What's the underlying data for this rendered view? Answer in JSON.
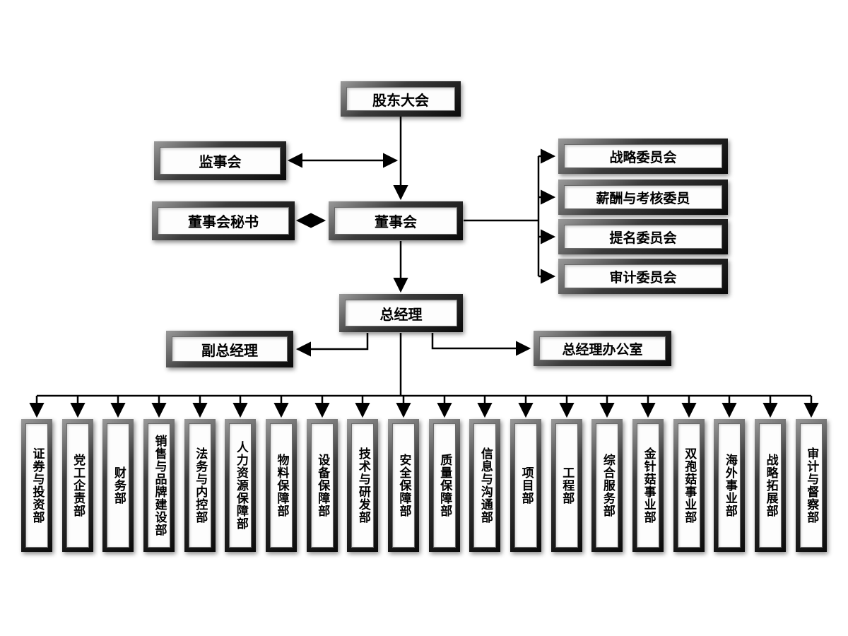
{
  "org": {
    "shareholders": "股东大会",
    "supervisory_board": "监事会",
    "board_secretary": "董事会秘书",
    "board": "董事会",
    "committees": [
      "战略委员会",
      "薪酬与考核委员",
      "提名委员会",
      "审计委员会"
    ],
    "general_manager": "总经理",
    "deputy_general_manager": "副总经理",
    "gm_office": "总经理办公室",
    "departments": [
      "证券与投资部",
      "党工企责部",
      "财务部",
      "销售与品牌建设部",
      "法务与内控部",
      "人力资源保障部",
      "物料保障部",
      "设备保障部",
      "技术与研发部",
      "安全保障部",
      "质量保障部",
      "信息与沟通部",
      "项目部",
      "工程部",
      "综合服务部",
      "金针菇事业部",
      "双孢菇事业部",
      "海外事业部",
      "战略拓展部",
      "审计与督察部"
    ]
  },
  "colors": {
    "line": "#000000",
    "frame_dark": "#0a0a0a",
    "frame_light": "#9a9a9a",
    "box_fill": "#fdfdfd",
    "text": "#000000"
  }
}
